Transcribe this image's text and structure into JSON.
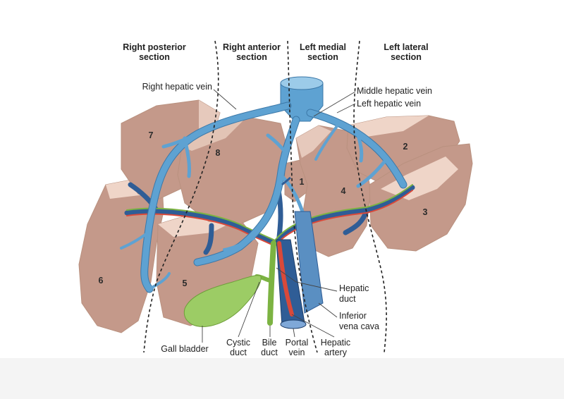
{
  "sections": [
    {
      "line1": "Right posterior",
      "line2": "section"
    },
    {
      "line1": "Right anterior",
      "line2": "section"
    },
    {
      "line1": "Left medial",
      "line2": "section"
    },
    {
      "line1": "Left lateral",
      "line2": "section"
    }
  ],
  "segments": [
    "1",
    "2",
    "3",
    "4",
    "5",
    "6",
    "7",
    "8"
  ],
  "labels": {
    "right_hepatic_vein": "Right hepatic vein",
    "middle_hepatic_vein": "Middle hepatic vein",
    "left_hepatic_vein": "Left hepatic vein",
    "hepatic_duct_1": "Hepatic",
    "hepatic_duct_2": "duct",
    "ivc_1": "Inferior",
    "ivc_2": "vena cava",
    "gall_bladder": "Gall bladder",
    "cystic_duct_1": "Cystic",
    "cystic_duct_2": "duct",
    "bile_duct_1": "Bile",
    "bile_duct_2": "duct",
    "portal_vein_1": "Portal",
    "portal_vein_2": "vein",
    "hepatic_artery_1": "Hepatic",
    "hepatic_artery_2": "artery"
  },
  "colors": {
    "liver": "#c4998a",
    "liver_face": "#efd5c8",
    "hepatic_vein": "#5ea2d2",
    "portal_vein": "#2f5d96",
    "hepatic_artery": "#d9493a",
    "bile_duct": "#7cb342",
    "gall_bladder": "#9ccc65"
  }
}
